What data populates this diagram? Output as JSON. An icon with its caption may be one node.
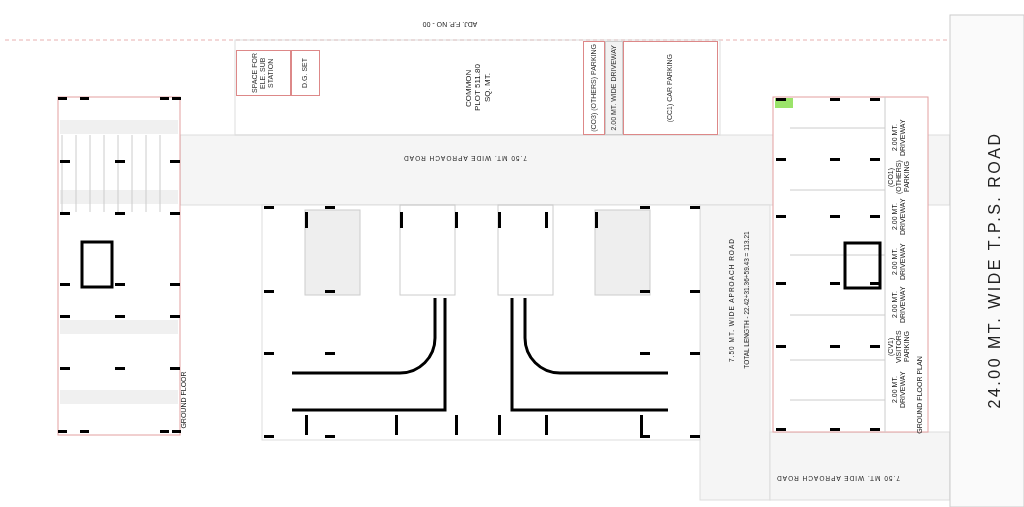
{
  "diagram": {
    "nodes": [
      {
        "text": [
          "SPACE FOR ELE. SUB STATION"
        ]
      },
      {
        "text": [
          "D.G. SET"
        ]
      },
      {
        "text": [
          "(CO3) (OTHERS) PARKING"
        ]
      },
      {
        "text": [
          "2.00 MT. WIDE DRIVEWAY"
        ]
      },
      {
        "text": [
          "(CC1) CAR PARKING"
        ]
      }
    ],
    "labels": [
      "ADJ. F.P. NO - 00",
      "COMMON PLOT 511.80 SQ. MT.",
      "7.50 MT. WIDE APROACH ROAD",
      "7.50 MT. WIDE APROACH ROAD",
      "TOTAL LENGTH - 22.42+31.36+59.43 = 113.21",
      "7.50 MT. WIDE APROACH ROAD",
      "24.00 MT. WIDE T.P.S. ROAD",
      "GROUND FLOOR",
      "2.00 MT. DRIVEWAY",
      "(CO1) (OTHERS) PARKING",
      "2.00 MT. DRIVEWAY",
      "2.00 MT. DRIVEWAY",
      "2.00 MT. DRIVEWAY",
      "(CV1) VISITORS PARKING",
      "2.00 MT. DRIVEWAY",
      "GROUND FLOOR PLAN"
    ]
  }
}
